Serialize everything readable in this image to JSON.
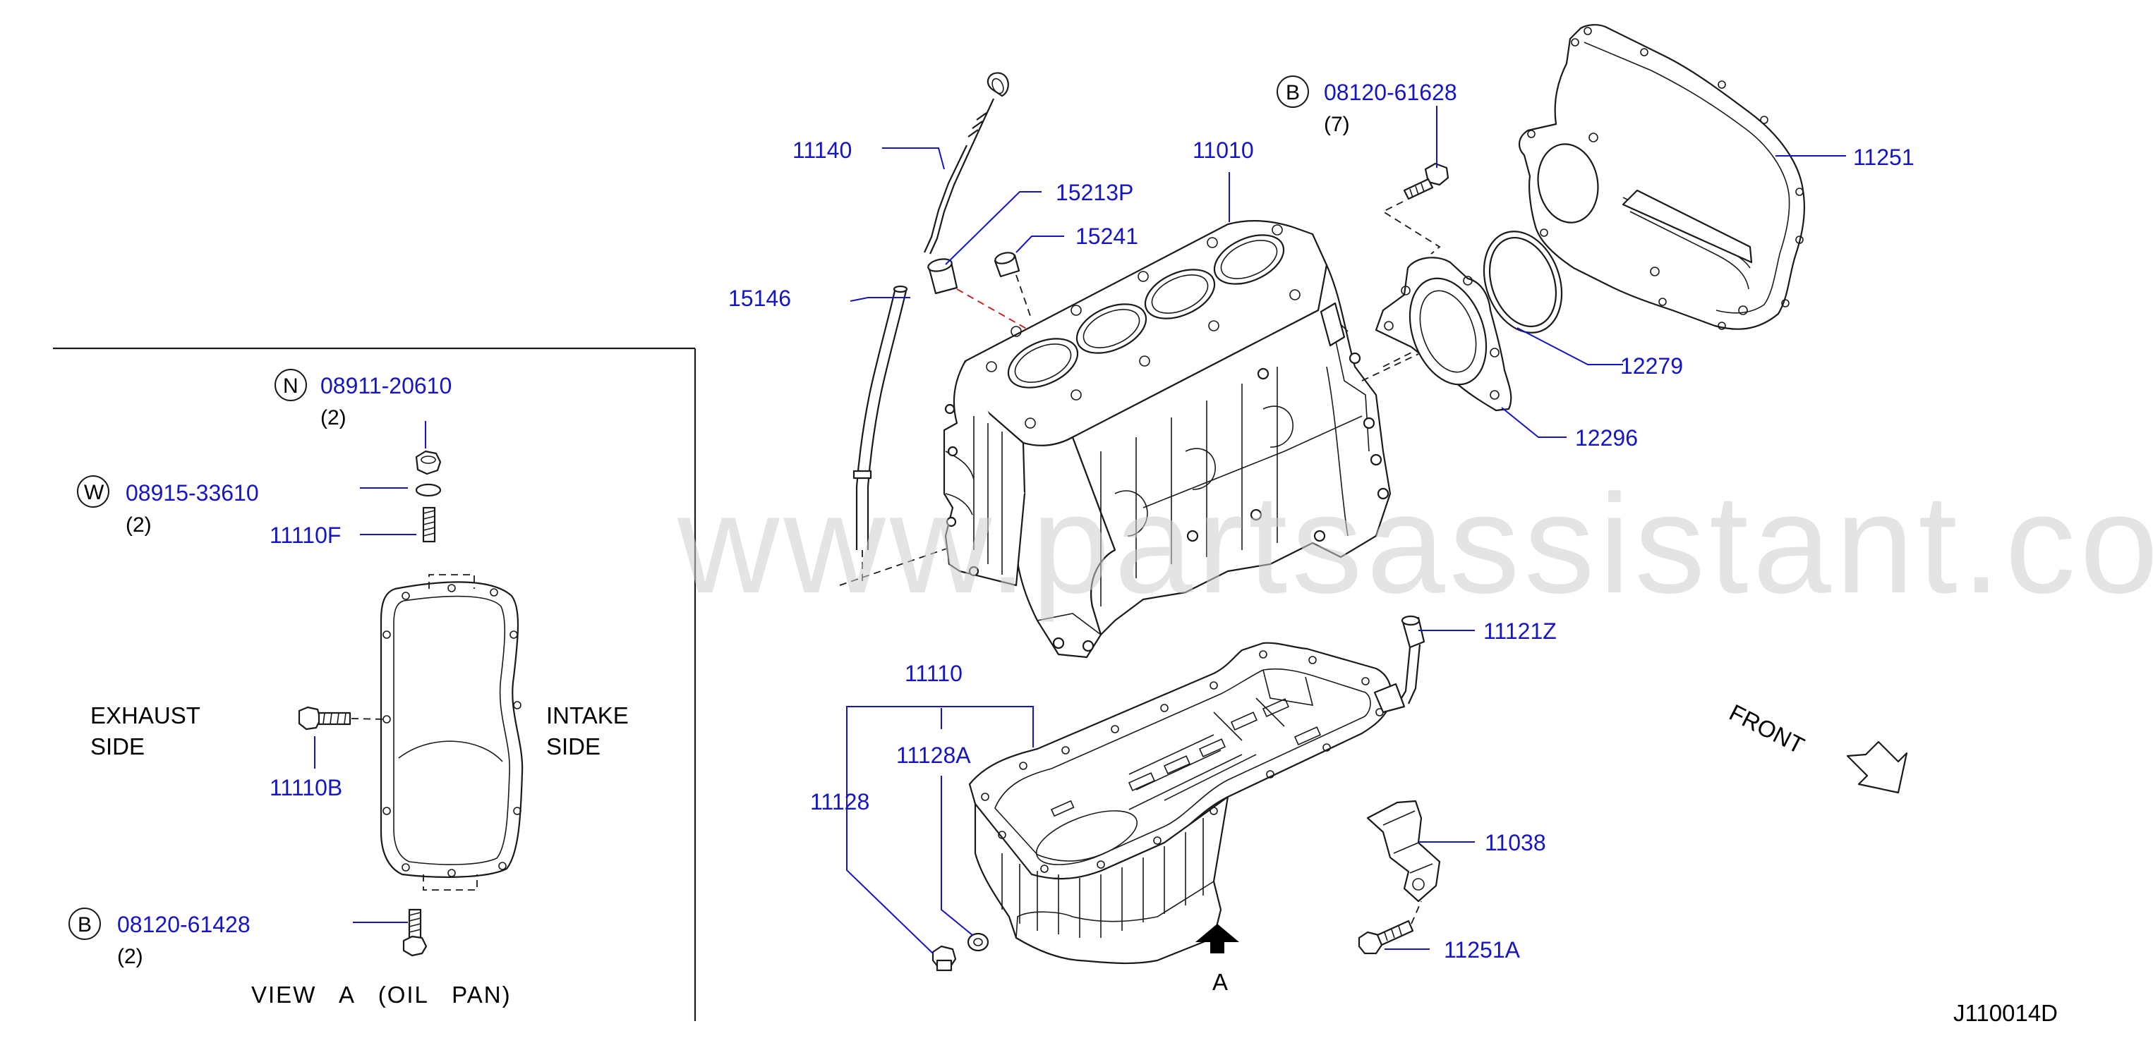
{
  "diagram_id": "J110014D",
  "watermark": "www.partsassistant.com",
  "view_title": "VIEW   A   (OIL   PAN)",
  "exhaust_side": [
    "EXHAUST",
    "SIDE"
  ],
  "intake_side": [
    "INTAKE",
    "SIDE"
  ],
  "front_label": "FRONT",
  "view_marker": "A",
  "colors": {
    "part_number": "#1414c8",
    "line": "#1a1a1a",
    "red_dash": "#d01010"
  },
  "parts": {
    "p11140": "11140",
    "p15213P": "15213P",
    "p11010": "11010",
    "p15241": "15241",
    "p15146": "15146",
    "p08120_61628": "08120-61628",
    "p08120_61628_qty": "(7)",
    "p08120_61628_circle": "B",
    "p11251": "11251",
    "p12279": "12279",
    "p12296": "12296",
    "p11121Z": "11121Z",
    "p11110": "11110",
    "p11128A": "11128A",
    "p11128": "11128",
    "p11038": "11038",
    "p11251A": "11251A",
    "p08911_20610": "08911-20610",
    "p08911_20610_qty": "(2)",
    "p08911_20610_circle": "N",
    "p08915_33610": "08915-33610",
    "p08915_33610_qty": "(2)",
    "p08915_33610_circle": "W",
    "p11110F": "11110F",
    "p11110B": "11110B",
    "p08120_61428": "08120-61428",
    "p08120_61428_qty": "(2)",
    "p08120_61428_circle": "B"
  }
}
